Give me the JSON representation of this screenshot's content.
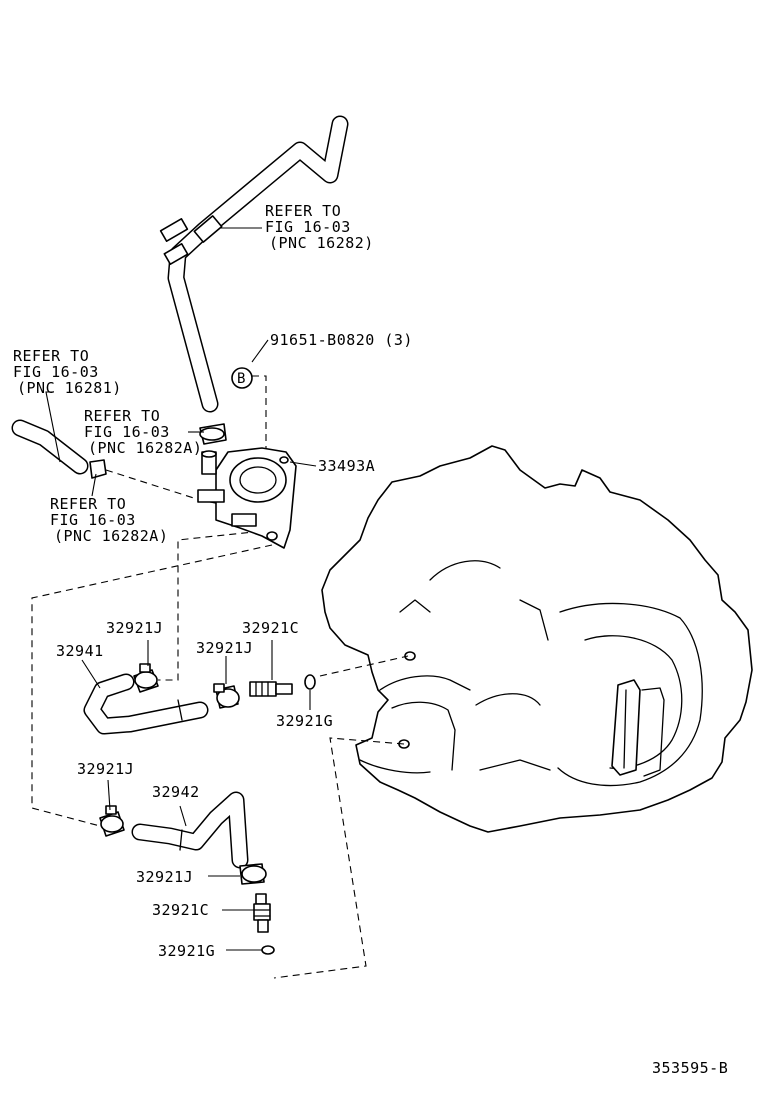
{
  "labels": {
    "refer_upper": [
      "REFER TO",
      "FIG 16-03",
      "(PNC 16282)"
    ],
    "refer_left": [
      "REFER TO",
      "FIG 16-03",
      "(PNC 16281)"
    ],
    "refer_mid": [
      "REFER TO",
      "FIG 16-03",
      "(PNC 16282A)"
    ],
    "refer_lower": [
      "REFER TO",
      "FIG 16-03",
      "(PNC 16282A)"
    ],
    "bolt": "91651-B0820 (3)",
    "marker": "B",
    "cooler": "33493A",
    "clamp_1": "32921J",
    "clamp_2": "32921J",
    "clamp_3": "32921J",
    "clamp_4": "32921J",
    "hose_a": "32941",
    "hose_b": "32942",
    "union_1": "32921C",
    "union_2": "32921C",
    "gasket_1": "32921G",
    "gasket_2": "32921G"
  },
  "figure_id": "353595-B"
}
